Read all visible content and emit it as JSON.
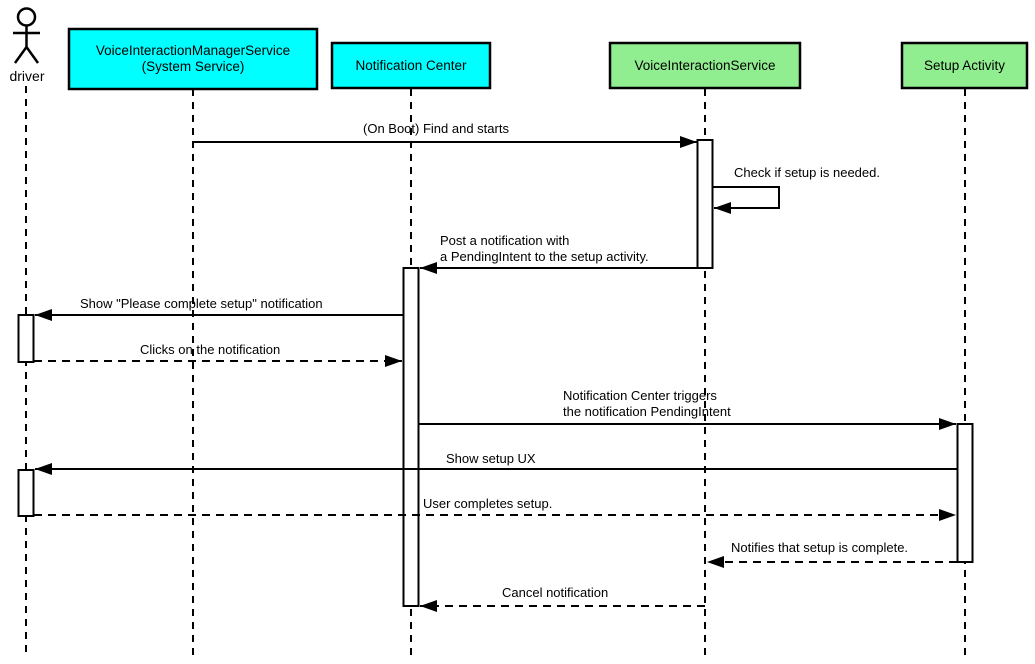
{
  "diagram_type": "uml-sequence",
  "colors": {
    "participant_cyan": "#00ffff",
    "participant_green": "#90ee90",
    "line": "#000000",
    "activation_fill": "#ffffff",
    "background": "#ffffff"
  },
  "actor": {
    "name": "driver"
  },
  "participants": [
    {
      "id": "voice-interaction-manager-service",
      "label": "VoiceInteractionManagerService\n(System Service)",
      "fill": "#00ffff"
    },
    {
      "id": "notification-center",
      "label": "Notification Center",
      "fill": "#00ffff"
    },
    {
      "id": "voice-interaction-service",
      "label": "VoiceInteractionService",
      "fill": "#90ee90"
    },
    {
      "id": "setup-activity",
      "label": "Setup Activity",
      "fill": "#90ee90"
    }
  ],
  "messages": [
    {
      "label": "(On Boot) Find and starts",
      "from": "VoiceInteractionManagerService (System Service)",
      "to": "VoiceInteractionService",
      "line": "solid"
    },
    {
      "label": "Check if setup is needed.",
      "from": "VoiceInteractionService",
      "to": "VoiceInteractionService",
      "line": "solid-self"
    },
    {
      "label": "Post a notification with\na PendingIntent to the setup activity.",
      "from": "VoiceInteractionService",
      "to": "Notification Center",
      "line": "solid"
    },
    {
      "label": "Show \"Please complete setup\" notification",
      "from": "Notification Center",
      "to": "driver",
      "line": "solid"
    },
    {
      "label": "Clicks on the notification",
      "from": "driver",
      "to": "Notification Center",
      "line": "dashed"
    },
    {
      "label": "Notification Center triggers\nthe notification PendingIntent",
      "from": "Notification Center",
      "to": "Setup Activity",
      "line": "solid"
    },
    {
      "label": "Show setup UX",
      "from": "Setup Activity",
      "to": "driver",
      "line": "solid"
    },
    {
      "label": "User completes setup.",
      "from": "driver",
      "to": "Setup Activity",
      "line": "dashed"
    },
    {
      "label": "Notifies that setup is complete.",
      "from": "Setup Activity",
      "to": "VoiceInteractionService",
      "line": "dashed"
    },
    {
      "label": "Cancel notification",
      "from": "VoiceInteractionService",
      "to": "Notification Center",
      "line": "dashed"
    }
  ]
}
